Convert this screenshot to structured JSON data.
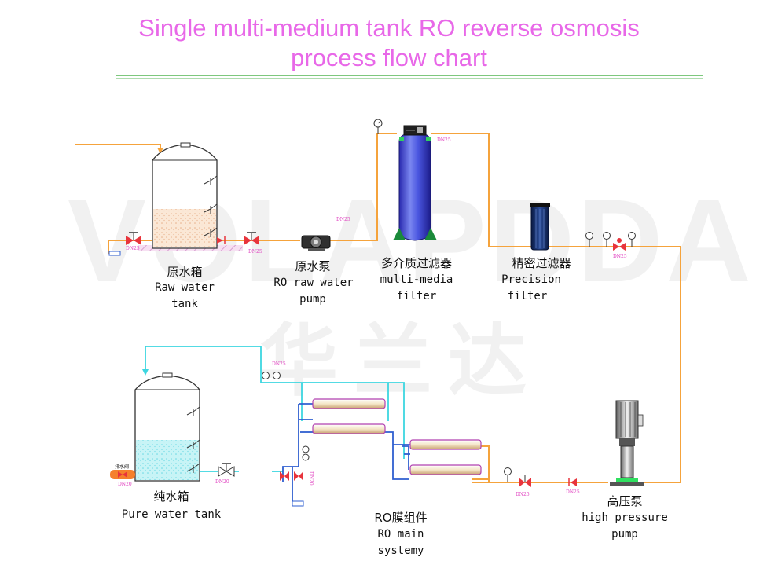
{
  "title": {
    "line1": "Single multi-medium tank RO reverse osmosis",
    "line2": "process flow chart"
  },
  "watermark": {
    "brand": "VOLAPDDA",
    "cn": "华兰达"
  },
  "components": {
    "raw_tank": {
      "cn": "原水箱",
      "en1": "Raw water",
      "en2": "tank"
    },
    "raw_pump": {
      "cn": "原水泵",
      "en1": "RO raw water",
      "en2": "pump"
    },
    "mm_filter": {
      "cn": "多介质过滤器",
      "en1": "multi-media",
      "en2": "filter"
    },
    "precision_filter": {
      "cn": "精密过滤器",
      "en1": "Precision",
      "en2": "filter"
    },
    "pure_tank": {
      "cn": "纯水箱",
      "en1": "Pure water tank"
    },
    "ro_system": {
      "cn": "RO膜组件",
      "en1": "RO main",
      "en2": "systemy"
    },
    "hp_pump": {
      "cn": "高压泵",
      "en1": "high pressure",
      "en2": "pump"
    }
  },
  "pipe_tags": {
    "dn25": "DN25",
    "dn20": "DN20",
    "valve_tag": "排水阀"
  },
  "colors": {
    "title": "#e868e8",
    "title_rule": "#7ec87e",
    "orange_pipe": "#f5a33c",
    "cyan_pipe": "#3cd6e0",
    "blue_pipe": "#2f5fd0",
    "valve_red": "#e8343c",
    "tag_pink": "#e040c0"
  }
}
